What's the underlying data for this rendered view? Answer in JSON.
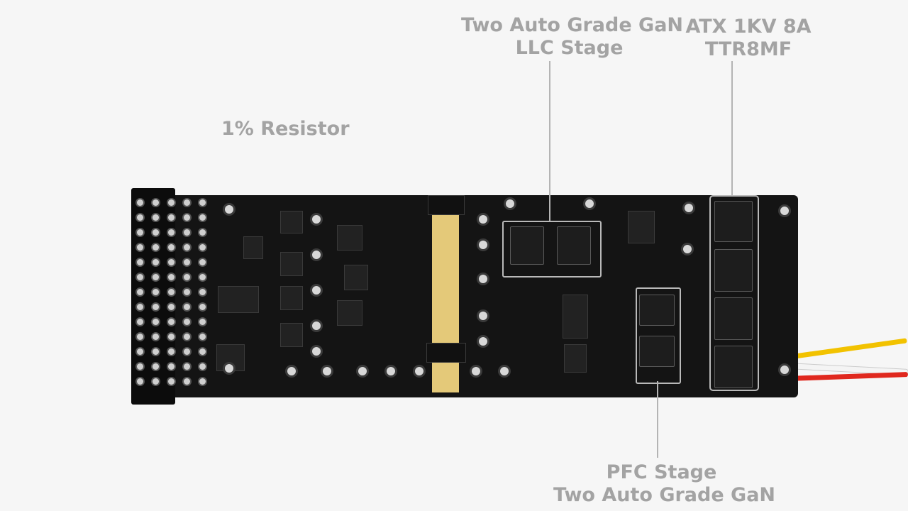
{
  "labels": {
    "resistor": "1% Resistor",
    "llc_line1": "Two Auto Grade GaN",
    "llc_line2": "LLC Stage",
    "atx_line1": "ATX 1KV 8A",
    "atx_line2": "TTR8MF",
    "pfc_line1": "PFC Stage",
    "pfc_line2": "Two Auto Grade GaN"
  },
  "colors": {
    "label": "#a3a3a3",
    "board": "#141414",
    "gold": "#e4c979",
    "wire_yellow": "#f2c200",
    "wire_white": "#f4f4f4",
    "wire_red": "#e0281e"
  }
}
